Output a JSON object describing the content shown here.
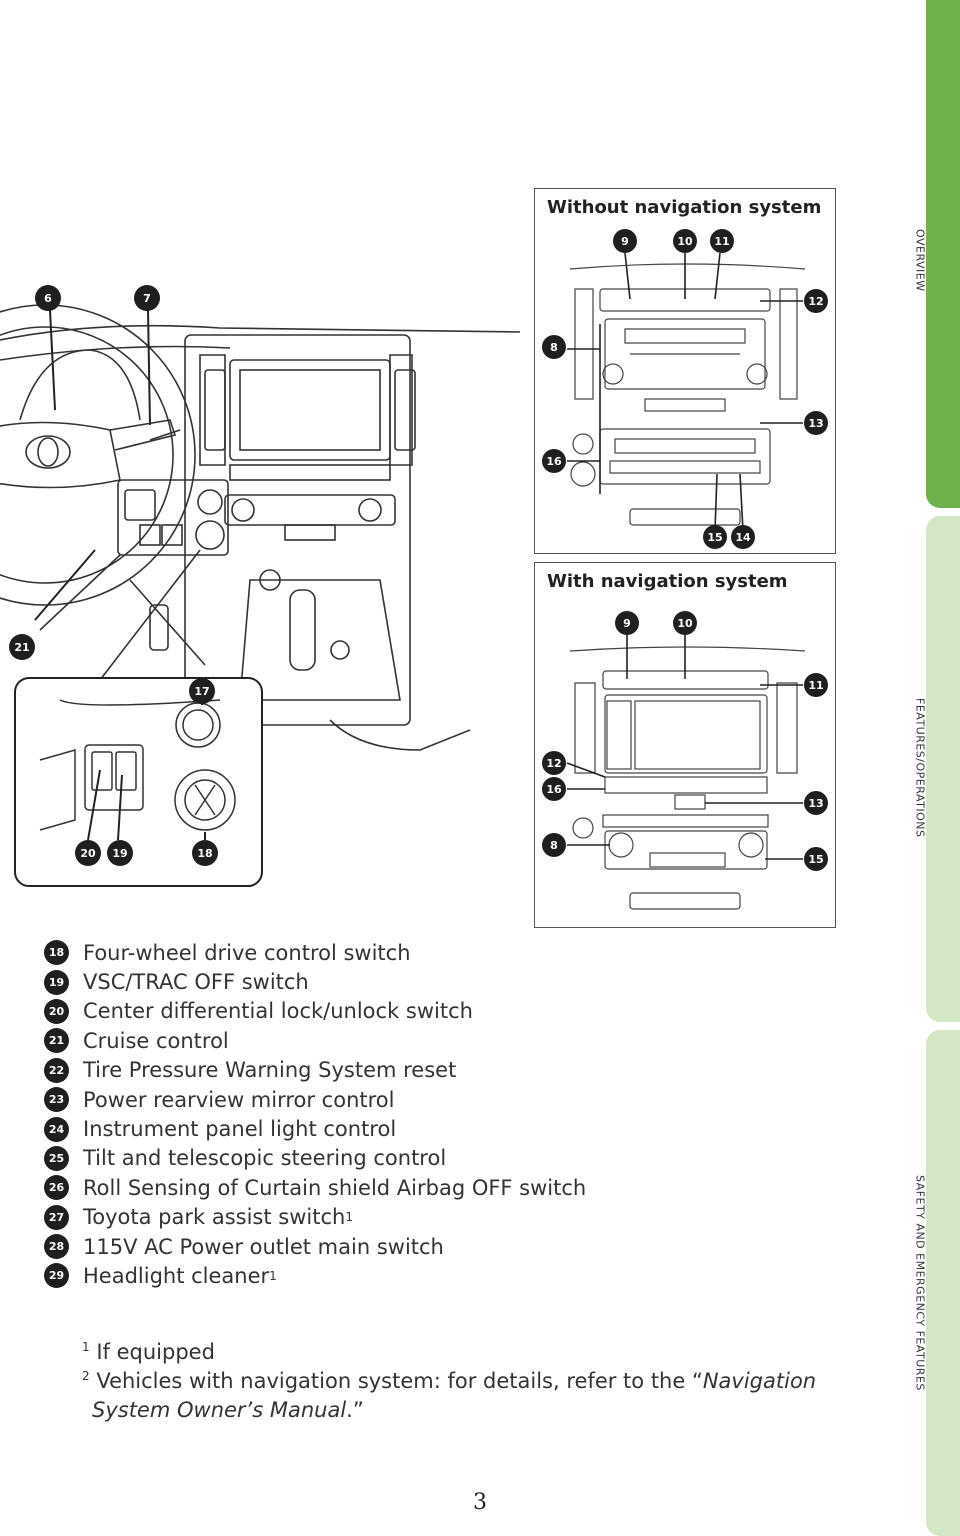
{
  "tabs": [
    "OVERVIEW",
    "FEATURES/OPERATIONS",
    "SAFETY AND EMERGENCY FEATURES"
  ],
  "panel_titles": {
    "without_nav": "Without navigation system",
    "with_nav": "With navigation system"
  },
  "callouts": {
    "main": [
      "6",
      "7",
      "21",
      "17",
      "20",
      "19",
      "18"
    ],
    "without_nav": [
      "9",
      "10",
      "11",
      "12",
      "8",
      "13",
      "16",
      "15",
      "14"
    ],
    "with_nav": [
      "9",
      "10",
      "11",
      "12",
      "16",
      "13",
      "8",
      "15"
    ]
  },
  "colors": {
    "tab_active": "#6db24a",
    "tab_inactive": "#d3e7c4",
    "callout": "#1f1f1f"
  },
  "legend": [
    {
      "num": "18",
      "text": "Four-wheel drive control switch",
      "sup": ""
    },
    {
      "num": "19",
      "text": "VSC/TRAC OFF switch",
      "sup": ""
    },
    {
      "num": "20",
      "text": "Center differential lock/unlock switch",
      "sup": ""
    },
    {
      "num": "21",
      "text": "Cruise control",
      "sup": ""
    },
    {
      "num": "22",
      "text": "Tire Pressure Warning System reset",
      "sup": ""
    },
    {
      "num": "23",
      "text": "Power rearview mirror control",
      "sup": ""
    },
    {
      "num": "24",
      "text": "Instrument panel light control",
      "sup": ""
    },
    {
      "num": "25",
      "text": "Tilt and telescopic steering control",
      "sup": ""
    },
    {
      "num": "26",
      "text": "Roll Sensing of Curtain shield Airbag OFF switch",
      "sup": ""
    },
    {
      "num": "27",
      "text": "Toyota park assist switch",
      "sup": "1"
    },
    {
      "num": "28",
      "text": "115V AC Power outlet main switch",
      "sup": ""
    },
    {
      "num": "29",
      "text": "Headlight cleaner",
      "sup": "1"
    }
  ],
  "footnotes": {
    "fn1_mark": "1",
    "fn1_text": "If equipped",
    "fn2_mark": "2",
    "fn2_text_a": "Vehicles with navigation system: for details, refer to the “",
    "fn2_italic_a": "Navigation",
    "fn2_italic_b": "System Owner’s Manual",
    "fn2_text_b": ".”"
  },
  "page_number": "3"
}
